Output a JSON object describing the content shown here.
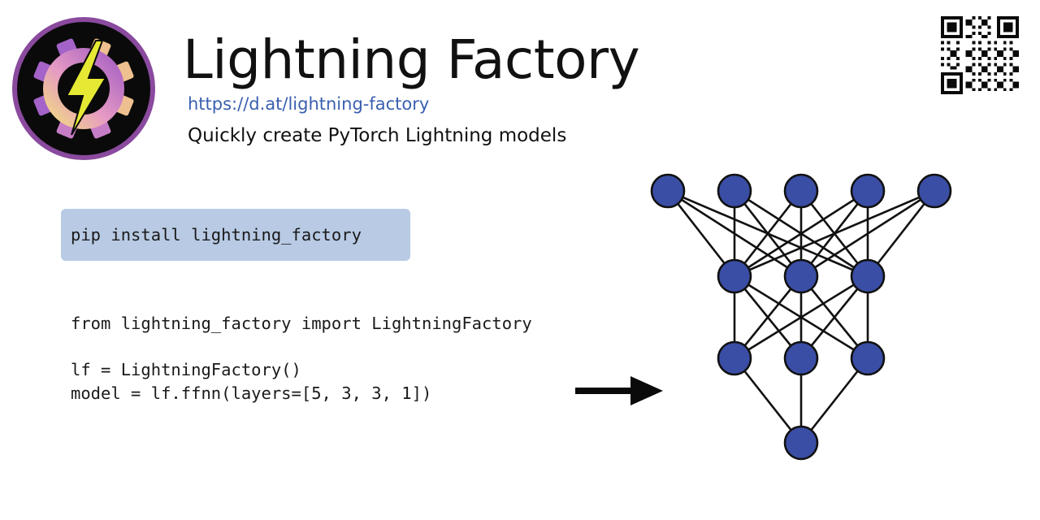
{
  "header": {
    "title": "Lightning Factory",
    "url": "https://d.at/lightning-factory",
    "tagline": "Quickly create PyTorch Lightning models"
  },
  "install": {
    "command": "pip install lightning_factory"
  },
  "code": {
    "lines": [
      "from lightning_factory import LightningFactory",
      "",
      "lf = LightningFactory()",
      "model = lf.ffnn(layers=[5, 3, 3, 1])"
    ]
  },
  "network": {
    "layers": [
      5,
      3,
      3,
      1
    ],
    "node_color": "#3a4ea6",
    "edge_color": "#111111"
  },
  "colors": {
    "logo_ring": "#8a4a9e",
    "bolt": "#e6e934",
    "url": "#3a5fb0",
    "install_bg": "#b8cae4"
  },
  "icons": {
    "logo": "gear-with-lightning-bolt-icon",
    "qr": "qr-code-icon",
    "arrow": "right-arrow-icon"
  }
}
